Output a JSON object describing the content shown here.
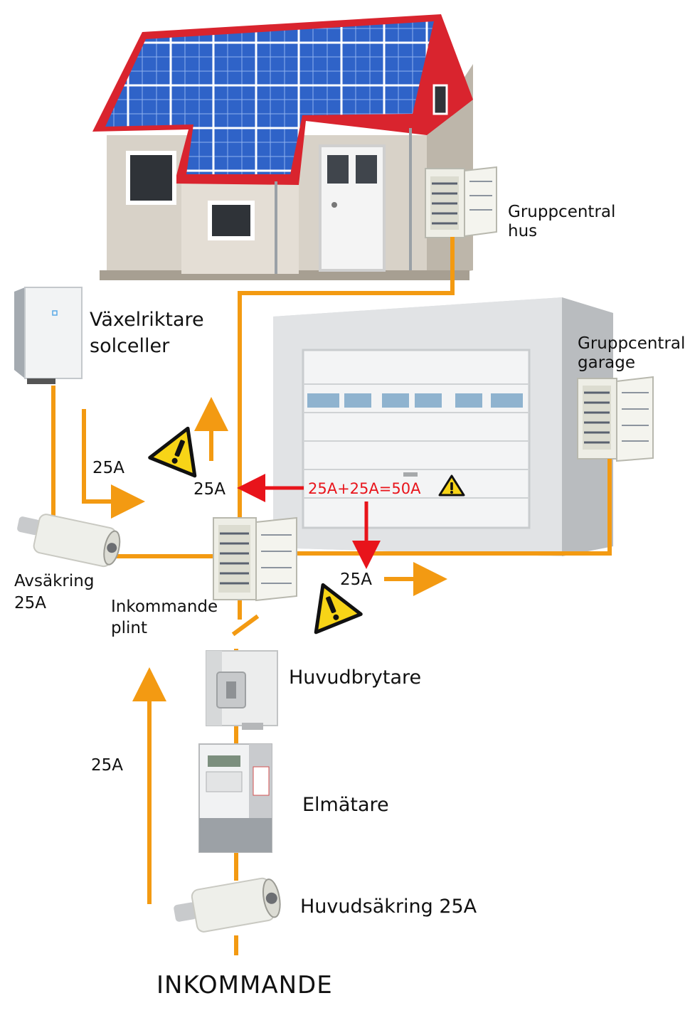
{
  "labels": {
    "house_panel": [
      "Gruppcentral",
      "hus"
    ],
    "inverter": [
      "Växelriktare",
      "solceller"
    ],
    "garage_panel": [
      "Gruppcentral",
      "garage"
    ],
    "solar_current": "25A",
    "center_current": "25A",
    "overload_sum": "25A+25A=50A",
    "garage_current": "25A",
    "avsakring": [
      "Avsäkring",
      "25A"
    ],
    "inkommande_plint": [
      "Inkommande",
      "plint"
    ],
    "huvudbrytare": "Huvudbrytare",
    "incoming_current": "25A",
    "elmatare": "Elmätare",
    "huvudsakring": "Huvudsäkring 25A",
    "title": "INKOMMANDE"
  },
  "colors": {
    "wire": "#f39a12",
    "warning_red": "#e8141b",
    "warning_yellow": "#f7d417",
    "roof": "#d9242e",
    "solar_panel": "#2f63c8"
  },
  "icons": [
    "warning-icon"
  ]
}
